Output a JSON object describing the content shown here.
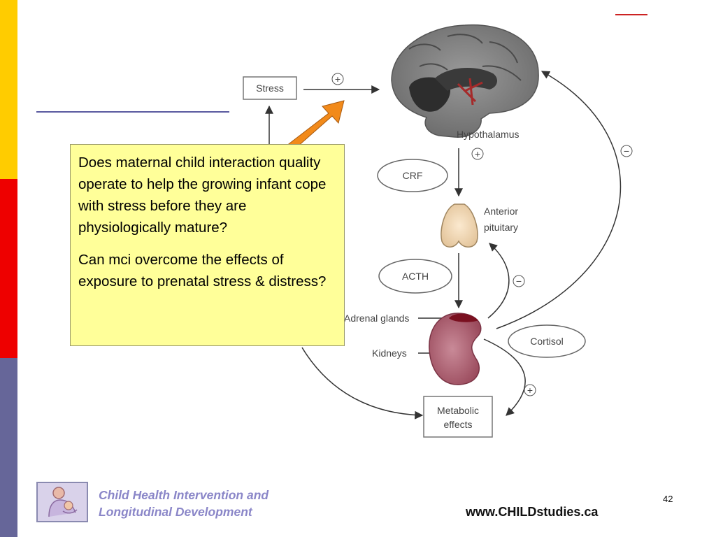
{
  "colors": {
    "sidebar_top": "#ffcc00",
    "sidebar_middle": "#ee0000",
    "sidebar_bottom": "#666699",
    "note_background": "#ffff99",
    "callout_arrow": "#f28a1a",
    "org_text": "#8a86c8"
  },
  "diagram": {
    "stress": "Stress",
    "hypothalamus": "Hypothalamus",
    "crf": "CRF",
    "anterior_pituitary_line1": "Anterior",
    "anterior_pituitary_line2": "pituitary",
    "acth": "ACTH",
    "adrenal_glands": "Adrenal glands",
    "kidneys": "Kidneys",
    "cortisol": "Cortisol",
    "metabolic_line1": "Metabolic",
    "metabolic_line2": "effects",
    "plus": "+",
    "minus": "−"
  },
  "note": {
    "paragraph1": "Does maternal child interaction quality operate to help the growing infant cope with stress before they are physiologically mature?",
    "paragraph2": "Can mci overcome the effects of exposure to prenatal stress & distress?"
  },
  "footer": {
    "org_line1": "Child Health Intervention and",
    "org_line2": "Longitudinal Development",
    "url": "www.CHILDstudies.ca",
    "page_number": "42"
  }
}
